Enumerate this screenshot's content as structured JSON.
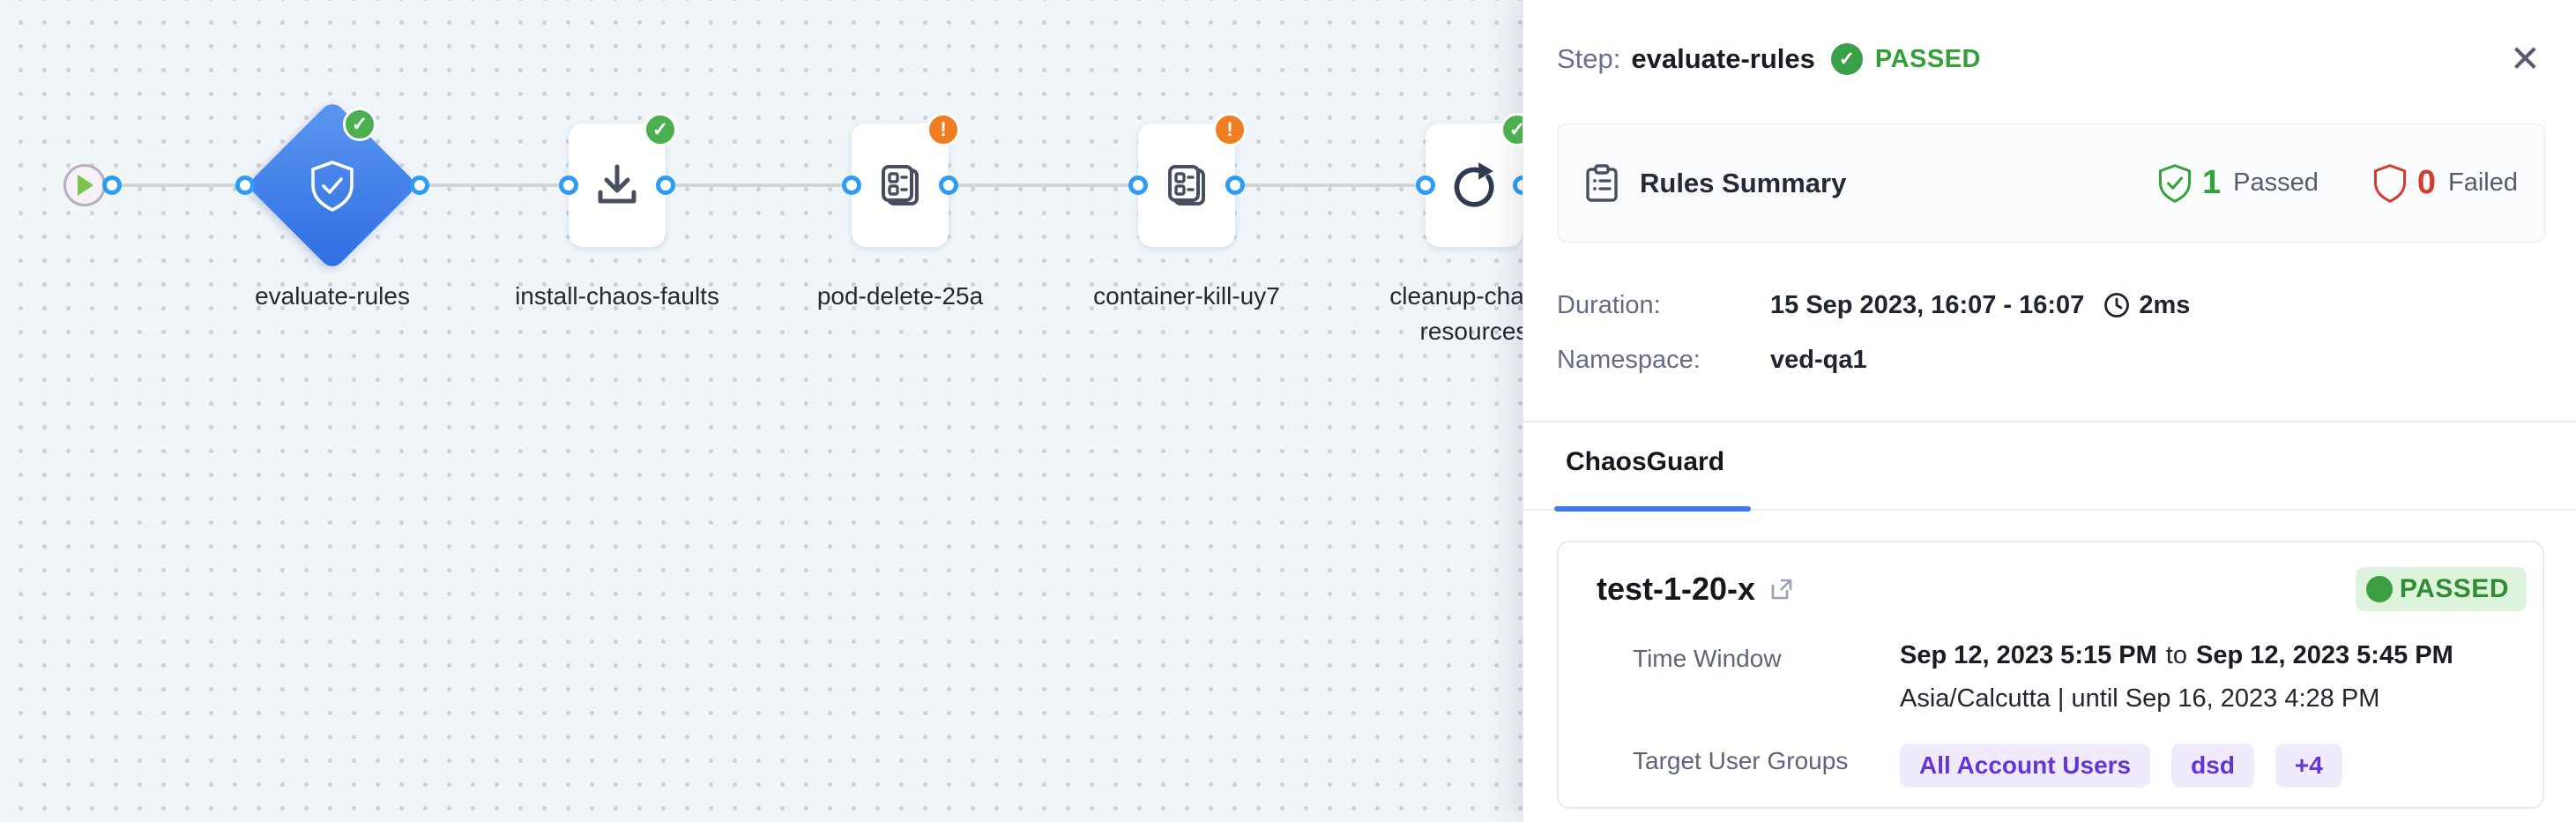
{
  "pipeline": {
    "nodes": [
      {
        "label": "evaluate-rules",
        "status": "passed",
        "type": "chaosguard-step"
      },
      {
        "label": "install-chaos-faults",
        "status": "passed",
        "type": "install-step"
      },
      {
        "label": "pod-delete-25a",
        "status": "warning",
        "type": "chaos-fault-step"
      },
      {
        "label": "container-kill-uy7",
        "status": "warning",
        "type": "chaos-fault-step"
      },
      {
        "label": "cleanup-chaos-resources",
        "status": "passed",
        "type": "cleanup-step"
      }
    ],
    "badge_glyphs": {
      "passed": "✓",
      "warning": "!"
    }
  },
  "panel": {
    "header": {
      "prefix": "Step:",
      "title": "evaluate-rules",
      "status": "PASSED",
      "close_glyph": "✕"
    },
    "rules_summary": {
      "title": "Rules Summary",
      "passed_count": "1",
      "passed_label": "Passed",
      "failed_count": "0",
      "failed_label": "Failed"
    },
    "meta": {
      "duration_label": "Duration:",
      "duration_value": "15 Sep 2023, 16:07 - 16:07",
      "duration_elapsed": "2ms",
      "namespace_label": "Namespace:",
      "namespace_value": "ved-qa1"
    },
    "tabs": [
      {
        "label": "ChaosGuard",
        "active": true
      }
    ],
    "guard_card": {
      "title": "test-1-20-x",
      "status": "PASSED",
      "time_window_label": "Time Window",
      "time_window_from": "Sep 12, 2023 5:15 PM",
      "time_window_to_word": "to",
      "time_window_to": "Sep 12, 2023 5:45 PM",
      "timezone_line": "Asia/Calcutta | until Sep 16, 2023 4:28 PM",
      "target_user_groups_label": "Target User Groups",
      "user_groups": [
        "All Account Users",
        "dsd",
        "+4"
      ]
    }
  },
  "colors": {
    "canvas_bg": "#f0f5f8",
    "canvas_dot": "#c7d2da",
    "port_blue": "#2d9cf4",
    "edge_gray": "#d2d4d8",
    "diamond_blue_top": "#5b97ef",
    "diamond_blue_bottom": "#2f6de3",
    "success_green": "#3aa047",
    "badge_green": "#4caf50",
    "warning_orange": "#ef7d22",
    "fail_red": "#d43a2e",
    "tab_active_blue": "#3c79f2",
    "chip_purple_text": "#6434d9",
    "chip_bg": "#f0ebfc",
    "passed_pill_bg": "#ddf3dc",
    "passed_pill_text": "#2f8c35"
  }
}
